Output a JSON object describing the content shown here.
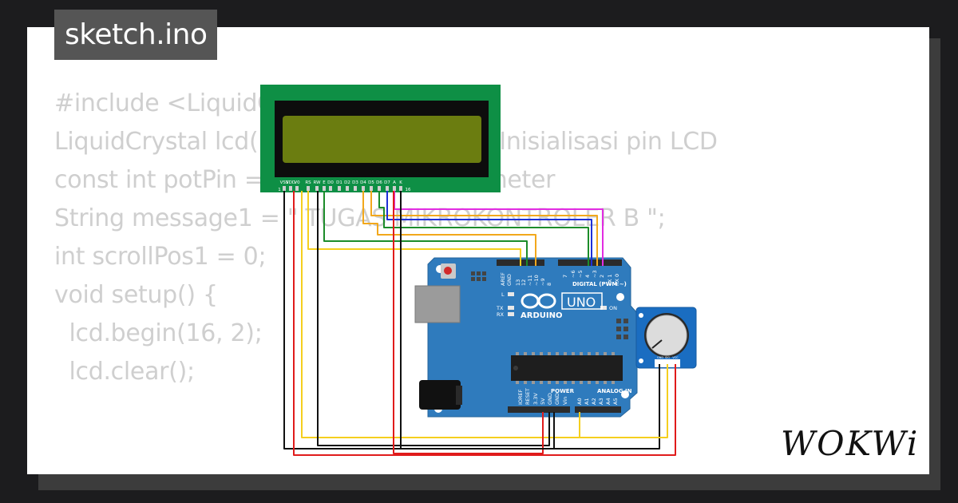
{
  "project": {
    "title": "sketch.ino"
  },
  "brand": {
    "name": "WOKWi"
  },
  "code": {
    "lines": [
      "#include <LiquidCrystal.h>",
      "",
      "LiquidCrystal lcd(12, 11, 5, 4, 3, 2); // Inisialisasi pin LCD",
      "",
      "const int potPin = A0; // Pin potensiometer",
      "String message1 = \" TUGAS MIKROKONTROLER B \";",
      "int scrollPos1 = 0;",
      "",
      "void setup() {",
      "  lcd.begin(16, 2);",
      "  lcd.clear();"
    ]
  },
  "lcd": {
    "pin_labels": [
      "VSS",
      "VDD",
      "V0",
      "RS",
      "RW",
      "E",
      "D0",
      "D1",
      "D2",
      "D3",
      "D4",
      "D5",
      "D6",
      "D7",
      "A",
      "K"
    ],
    "pin_first": "1",
    "pin_last": "16"
  },
  "arduino": {
    "brand": "ARDUINO",
    "model": "UNO",
    "digital_header": "DIGITAL (PWM ~)",
    "digital_pins": [
      "AREF",
      "GND",
      "13",
      "12",
      "~11",
      "~10",
      "~9",
      "8",
      "7",
      "~6",
      "~5",
      "4",
      "~3",
      "2",
      "TX 1",
      "RX 0"
    ],
    "power_header": "POWER",
    "power_pins": [
      "IOREF",
      "RESET",
      "3.3V",
      "5V",
      "GND",
      "GND",
      "Vin"
    ],
    "analog_header": "ANALOG IN",
    "analog_pins": [
      "A0",
      "A1",
      "A2",
      "A3",
      "A4",
      "A5"
    ],
    "led_labels": {
      "l": "L",
      "tx": "TX",
      "rx": "RX",
      "on": "ON"
    }
  },
  "potentiometer": {
    "pin_labels": [
      "GND",
      "SIG",
      "VCC"
    ]
  },
  "colors": {
    "background": "#1c1c1e",
    "card": "#ffffff",
    "code_text": "#cfcfcf",
    "title_badge": "#555555",
    "lcd_board": "#0e8f45",
    "lcd_screen": "#6b7d10",
    "arduino_board": "#2f7bbd",
    "pot_board": "#1a6dc1",
    "wire_black": "#111111",
    "wire_red": "#e01b1b",
    "wire_yellow": "#f5cf1e",
    "wire_green": "#1c8c2a",
    "wire_orange": "#f2a81c",
    "wire_blue": "#1e2fd6",
    "wire_magenta": "#e22ce2"
  }
}
